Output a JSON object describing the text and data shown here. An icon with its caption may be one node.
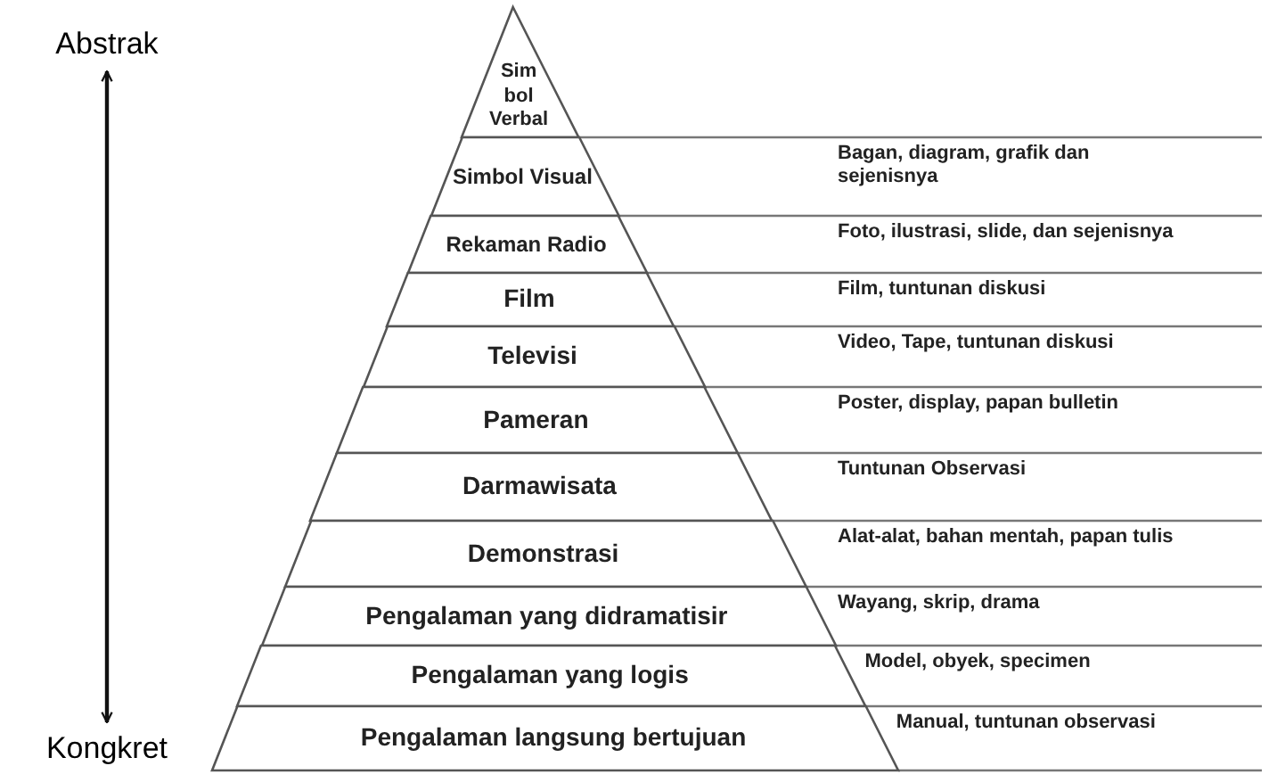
{
  "diagram": {
    "nodes": [
      {
        "text": [
          "Sim bol Verbal"
        ]
      },
      {
        "text": [
          "Simbol Visual"
        ]
      },
      {
        "text": [
          "Rekaman Radio"
        ]
      },
      {
        "text": [
          "Film"
        ]
      },
      {
        "text": [
          "Televisi"
        ]
      },
      {
        "text": [
          "Pameran"
        ]
      },
      {
        "text": [
          "Darmawisata"
        ]
      },
      {
        "text": [
          "Demonstrasi"
        ]
      },
      {
        "text": [
          "Pengalaman yang didramatisir"
        ]
      },
      {
        "text": [
          "Pengalaman yang logis"
        ]
      },
      {
        "text": [
          "Pengalaman langsung bertujuan"
        ]
      },
      {
        "text": [
          "Abstrak"
        ]
      },
      {
        "text": [
          "Kongkret"
        ]
      }
    ],
    "edges": [
      {
        "from": 11,
        "to": 12,
        "arrow": "both"
      }
    ],
    "labels": [
      "Bagan, diagram, grafik dan sejenisnya",
      "Foto, ilustrasi, slide, dan sejenisnya",
      "Film, tuntunan diskusi",
      "Video, Tape, tuntunan diskusi",
      "Poster, display, papan bulletin",
      "Tuntunan Observasi",
      "Alat-alat, bahan mentah, papan tulis",
      "Wayang, skrip, drama",
      "Model, obyek, specimen",
      "Manual, tuntunan observasi"
    ]
  }
}
